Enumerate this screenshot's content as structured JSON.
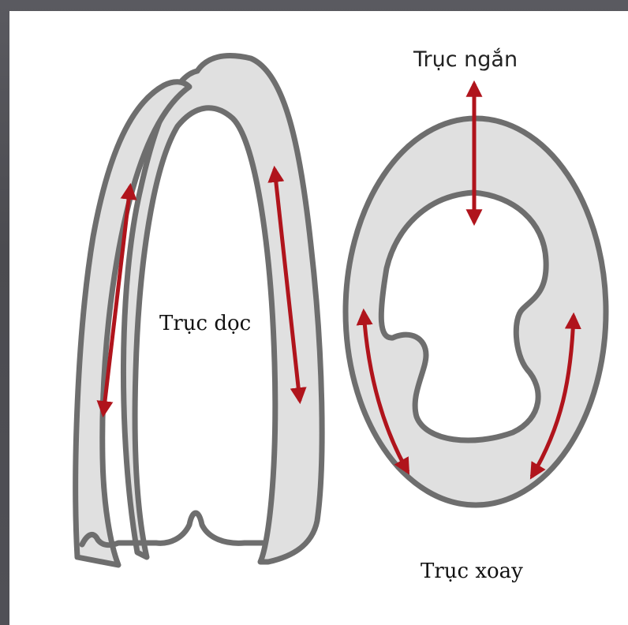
{
  "diagram": {
    "labels": {
      "short_axis": "Trục ngắn",
      "long_axis": "Trục dọc",
      "rotational_axis": "Trục xoay"
    },
    "colors": {
      "frame": "#4b4b50",
      "background": "#ffffff",
      "wall_fill": "#e0e0e0",
      "wall_stroke": "#6e6e6e",
      "arrow": "#b0141c"
    }
  }
}
